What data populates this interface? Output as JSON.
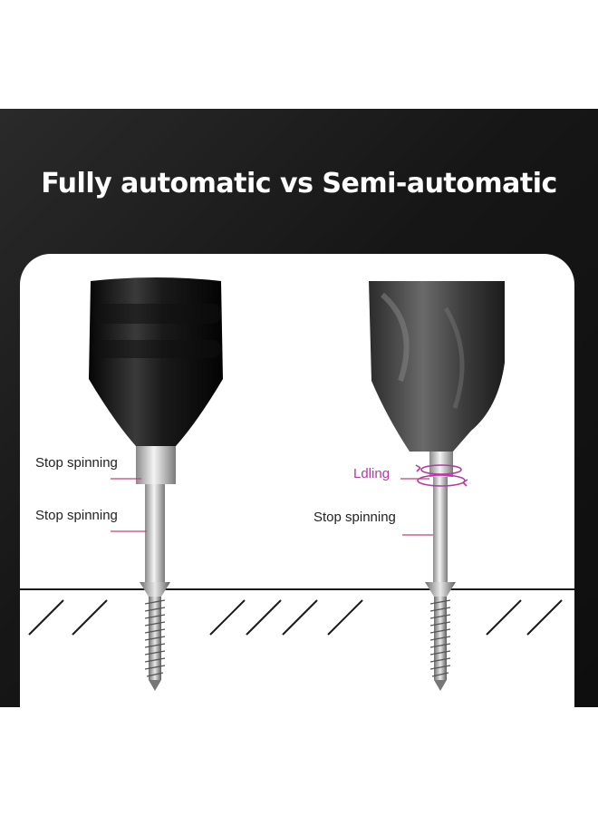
{
  "headline": "Fully automatic vs Semi-automatic",
  "left_drill": {
    "label_upper": "Stop spinning",
    "label_lower": "Stop spinning"
  },
  "right_drill": {
    "label_idling": "Ldling",
    "label_lower": "Stop spinning"
  },
  "colors": {
    "banner": "#161616",
    "panel": "#ffffff",
    "idling_accent": "#b43aa6",
    "leader_line": "#c0457a"
  }
}
